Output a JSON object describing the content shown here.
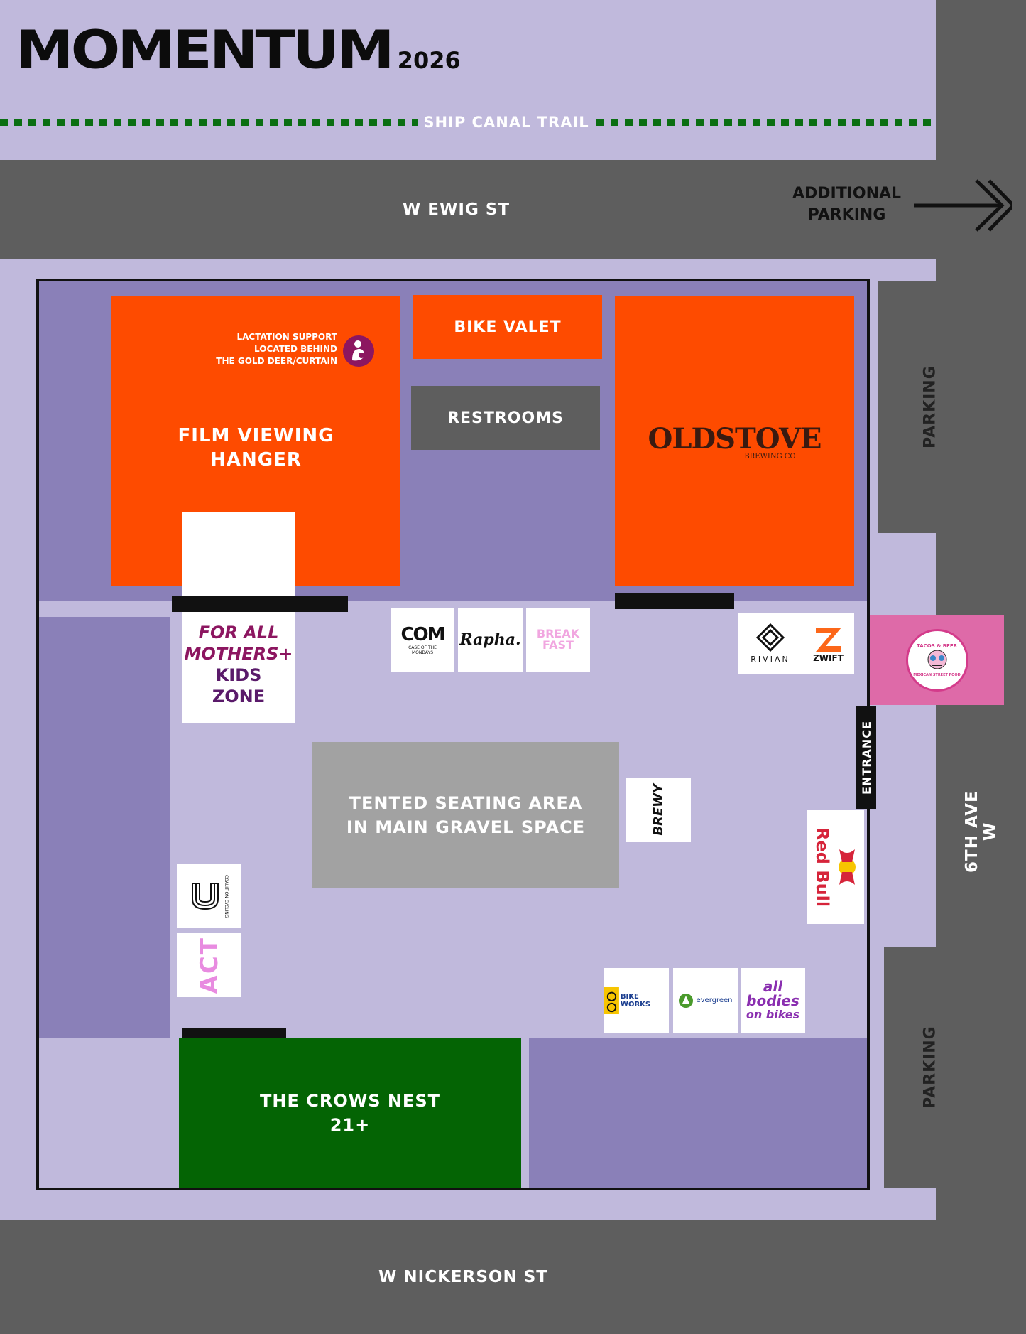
{
  "title": {
    "main": "MOMENTUM",
    "year": "2026"
  },
  "trail": "SHIP CANAL TRAIL",
  "streets": {
    "north": "W EWIG ST",
    "south": "W NICKERSON ST",
    "east": "6TH AVE W"
  },
  "additional_parking": {
    "line1": "ADDITIONAL",
    "line2": "PARKING"
  },
  "parking_label": "PARKING",
  "entrance": "ENTRANCE",
  "areas": {
    "film": {
      "line1": "FILM VIEWING",
      "line2": "HANGER"
    },
    "lactation": {
      "line1": "LACTATION SUPPORT",
      "line2": "LOCATED BEHIND",
      "line3": "THE GOLD DEER/CURTAIN"
    },
    "bike_valet": "BIKE VALET",
    "restrooms": "RESTROOMS",
    "kids": {
      "line1": "FOR ALL",
      "line2": "MOTHERS+",
      "line3": "KIDS",
      "line4": "ZONE"
    },
    "tented": {
      "line1": "TENTED SEATING AREA",
      "line2": "IN MAIN GRAVEL SPACE"
    },
    "crows": {
      "line1": "THE CROWS NEST",
      "line2": "21+"
    }
  },
  "sponsors": {
    "old_stove": {
      "name": "OLDSTOVE",
      "sub": "BREWING CO"
    },
    "com": {
      "mark": "COM",
      "text": "CASE OF THE MONDAYS"
    },
    "rapha": "Rapha.",
    "breakfast": {
      "line1": "BREAK",
      "line2": "FAST"
    },
    "rivian": "RIVIAN",
    "zwift": "ZWIFT",
    "tacos": {
      "line1": "TACOS & BEER",
      "line2": "MEXICAN STREET FOOD"
    },
    "brewery_tile": "BREWY",
    "redbull": "Red Bull",
    "coalition": "COALITION CYCLING",
    "act": "ACT",
    "bikeworks": "BIKE WORKS",
    "evergreen": "evergreen",
    "abob": {
      "line1": "all",
      "line2": "bodies",
      "line3": "on bikes"
    }
  },
  "colors": {
    "background": "#c0b9dc",
    "venue_fill": "#8a80b8",
    "orange": "#fe4b00",
    "green": "#046404",
    "gray": "#5e5e5e",
    "tent": "#a2a2a2",
    "pink": "#de6aa8",
    "magenta": "#8c1660"
  }
}
